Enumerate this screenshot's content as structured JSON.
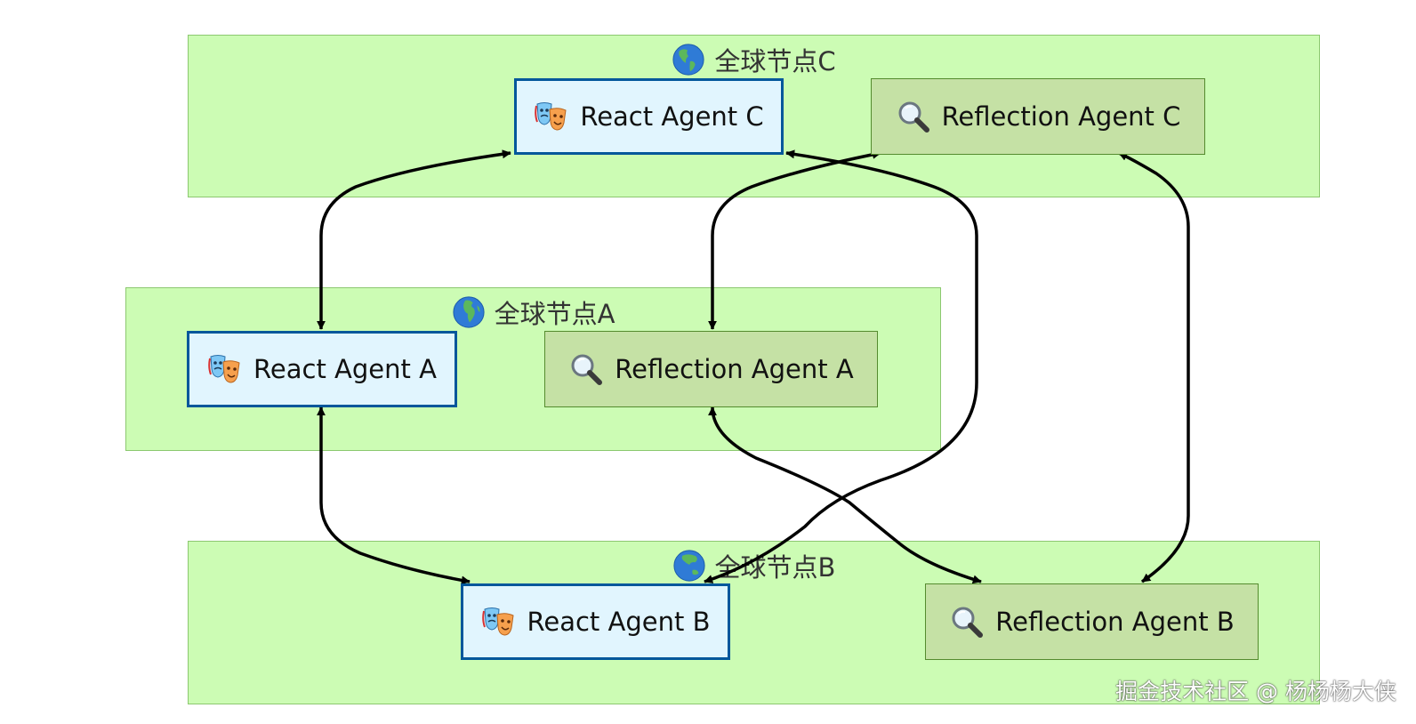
{
  "clusters": {
    "c": {
      "title": "全球节点C",
      "icon": "globe-americas-icon"
    },
    "a": {
      "title": "全球节点A",
      "icon": "globe-europe-africa-icon"
    },
    "b": {
      "title": "全球节点B",
      "icon": "globe-asia-australia-icon"
    }
  },
  "nodes": {
    "react_c": {
      "label": "React Agent C",
      "icon": "theater-masks-icon"
    },
    "refl_c": {
      "label": "Reflection Agent C",
      "icon": "magnifying-glass-icon"
    },
    "react_a": {
      "label": "React Agent A",
      "icon": "theater-masks-icon"
    },
    "refl_a": {
      "label": "Reflection Agent A",
      "icon": "magnifying-glass-icon"
    },
    "react_b": {
      "label": "React Agent B",
      "icon": "theater-masks-icon"
    },
    "refl_b": {
      "label": "Reflection Agent B",
      "icon": "magnifying-glass-icon"
    }
  },
  "edges": [
    {
      "from": "React Agent A",
      "to": "React Agent C",
      "direction": "both"
    },
    {
      "from": "Reflection Agent A",
      "to": "Reflection Agent C",
      "direction": "both"
    },
    {
      "from": "React Agent A",
      "to": "React Agent B",
      "direction": "both"
    },
    {
      "from": "Reflection Agent A",
      "to": "Reflection Agent B",
      "direction": "both"
    },
    {
      "from": "React Agent B",
      "to": "React Agent C",
      "direction": "both"
    },
    {
      "from": "Reflection Agent B",
      "to": "Reflection Agent C",
      "direction": "both"
    }
  ],
  "colors": {
    "cluster_fill": "#ccfcb4",
    "cluster_border": "#8cc870",
    "react_fill": "#e1f5fe",
    "react_border": "#01579b",
    "reflection_fill": "#c5e1a5",
    "reflection_border": "#558b2f",
    "edge": "#000000"
  },
  "watermark": "掘金技术社区 @ 杨杨杨大侠"
}
